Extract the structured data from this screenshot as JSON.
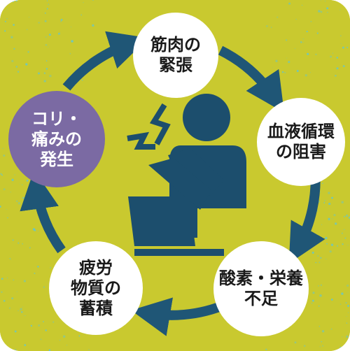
{
  "colors": {
    "background": "#c9c92f",
    "arrow": "#1f5676",
    "figure": "#1c4e6d",
    "highlight_node": "#7b6aa3",
    "node": "#ffffff",
    "speckle": "#5ec7d6"
  },
  "icon": "stressed-person-at-laptop-icon",
  "cycle": {
    "nodes": [
      {
        "id": "tension",
        "text": "筋肉の\n緊張"
      },
      {
        "id": "circulation",
        "text": "血液循環\nの阻害"
      },
      {
        "id": "deficiency",
        "text": "酸素・栄養\n不足"
      },
      {
        "id": "fatigue",
        "text": "疲労\n物質の\n蓄積"
      },
      {
        "id": "pain",
        "text": "コリ・\n痛みの\n発生",
        "highlight": true
      }
    ]
  }
}
